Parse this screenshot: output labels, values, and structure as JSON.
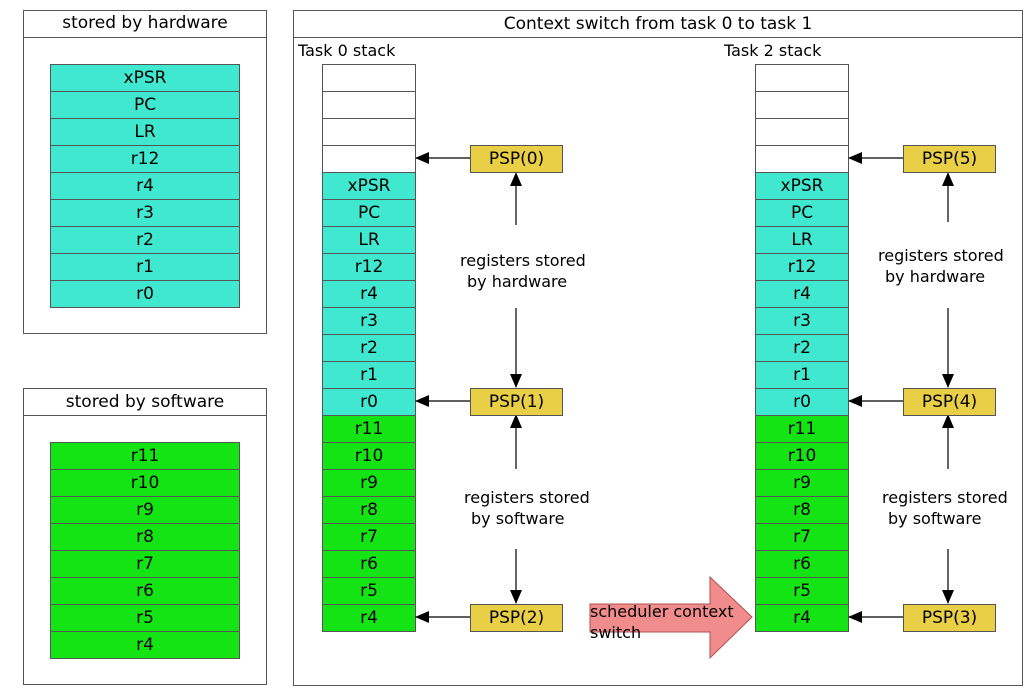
{
  "legend_hardware": {
    "title": "stored by hardware",
    "registers": [
      "xPSR",
      "PC",
      "LR",
      "r12",
      "r4",
      "r3",
      "r2",
      "r1",
      "r0"
    ]
  },
  "legend_software": {
    "title": "stored by software",
    "registers": [
      "r11",
      "r10",
      "r9",
      "r8",
      "r7",
      "r6",
      "r5",
      "r4"
    ]
  },
  "main": {
    "title": "Context switch from task 0 to task 1",
    "task0_label": "Task 0 stack",
    "task2_label": "Task 2 stack",
    "hw_registers": [
      "xPSR",
      "PC",
      "LR",
      "r12",
      "r4",
      "r3",
      "r2",
      "r1",
      "r0"
    ],
    "sw_registers": [
      "r11",
      "r10",
      "r9",
      "r8",
      "r7",
      "r6",
      "r5",
      "r4"
    ],
    "psp_left": [
      "PSP(0)",
      "PSP(1)",
      "PSP(2)"
    ],
    "psp_right": [
      "PSP(5)",
      "PSP(4)",
      "PSP(3)"
    ],
    "note_hw": [
      "registers stored",
      "by hardware"
    ],
    "note_sw": [
      "registers stored",
      "by software"
    ],
    "switch_label": [
      "scheduler context",
      "switch"
    ]
  },
  "colors": {
    "hardware": "#40e8d0",
    "software": "#14e414",
    "psp": "#e9cf45",
    "switch_arrow": "#f08c8c"
  }
}
